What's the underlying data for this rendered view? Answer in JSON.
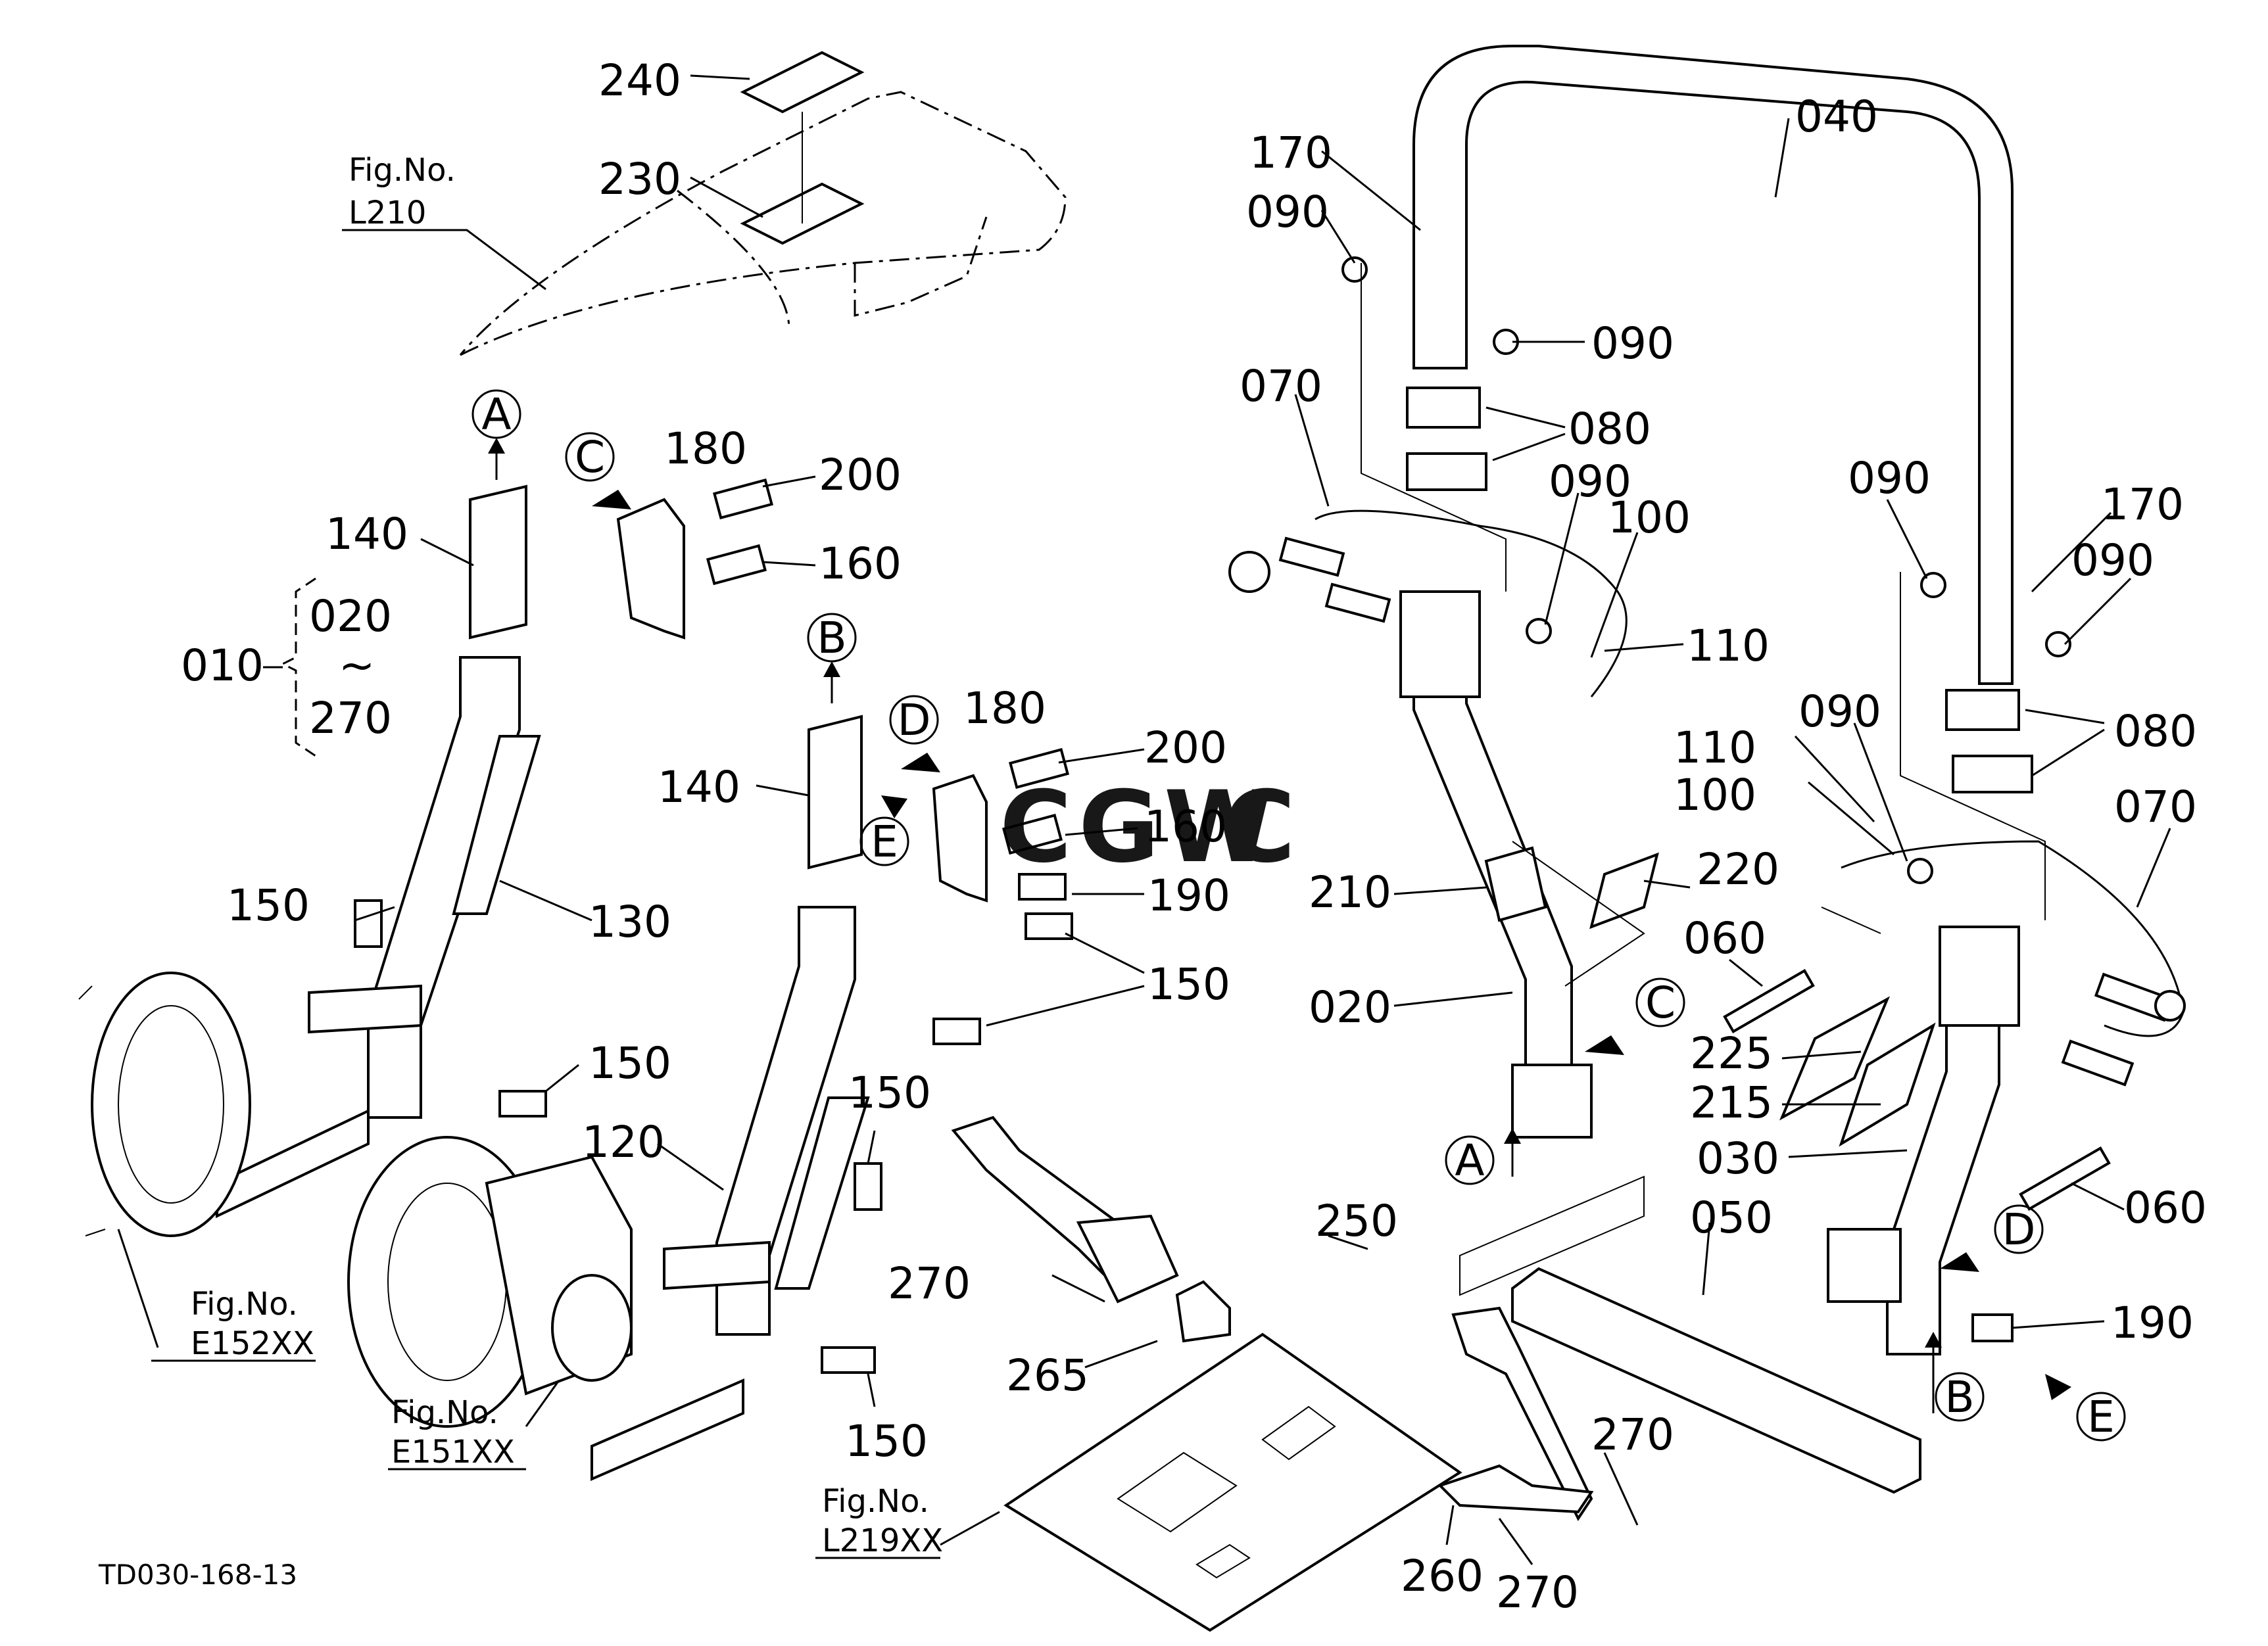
{
  "diagram_code": "TD030-168-13",
  "figure_references": [
    {
      "fig_label": "Fig.No.",
      "fig_number": "L210"
    },
    {
      "fig_label": "Fig.No.",
      "fig_number": "E152XX"
    },
    {
      "fig_label": "Fig.No.",
      "fig_number": "E151XX"
    },
    {
      "fig_label": "Fig.No.",
      "fig_number": "L219XX"
    }
  ],
  "group_bracket": {
    "parent": "010",
    "range_start": "020",
    "range_symbol": "~",
    "range_end": "270"
  },
  "callout_letters": [
    "A",
    "B",
    "C",
    "D",
    "E"
  ],
  "part_numbers": [
    "240",
    "230",
    "140",
    "180",
    "200",
    "160",
    "150",
    "130",
    "140",
    "180",
    "200",
    "160",
    "190",
    "150",
    "150",
    "120",
    "150",
    "150",
    "170",
    "090",
    "090",
    "040",
    "070",
    "080",
    "090",
    "100",
    "110",
    "090",
    "170",
    "090",
    "110",
    "100",
    "090",
    "080",
    "070",
    "210",
    "220",
    "060",
    "020",
    "225",
    "215",
    "030",
    "050",
    "060",
    "190",
    "250",
    "270",
    "265",
    "270",
    "260",
    "270"
  ],
  "watermark": "CGWC",
  "watermark_colors": [
    "#4a86e8",
    "#e06666",
    "#f1c232",
    "#6aa84f"
  ]
}
